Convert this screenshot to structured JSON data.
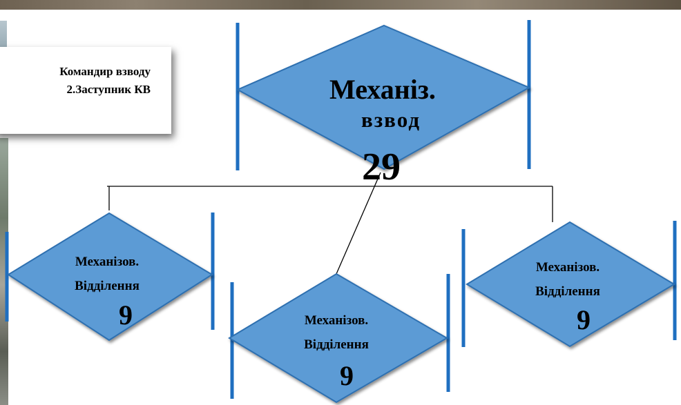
{
  "note": {
    "line1": "Командир взводу",
    "line2": "2.Заступник КВ"
  },
  "main_node": {
    "line1": "Механіз.",
    "line2": "взвод",
    "count": "29"
  },
  "sub_nodes": [
    {
      "line1": "Механізов.",
      "line2": "Відділення",
      "count": "9"
    },
    {
      "line1": "Механізов.",
      "line2": "Відділення",
      "count": "9"
    },
    {
      "line1": "Механізов.",
      "line2": "Відділення",
      "count": "9"
    }
  ],
  "colors": {
    "diamond_fill": "#5b9bd5",
    "diamond_stroke": "#2e6fb0",
    "bar": "#1f6fc0",
    "connector": "#000000"
  }
}
